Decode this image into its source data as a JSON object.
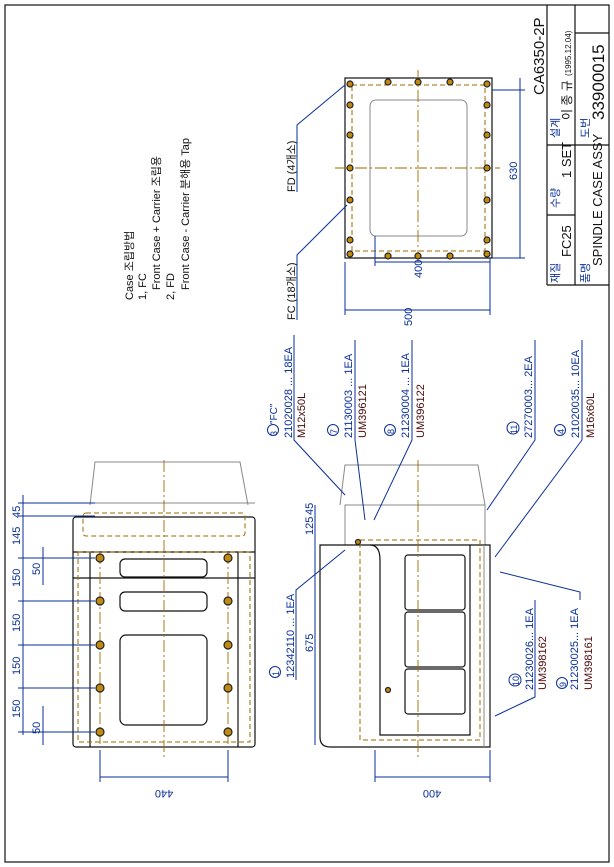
{
  "title_block": {
    "drawing_code": "CA6350-2P",
    "material_label": "재질",
    "material_value": "FC25",
    "quantity_label": "수량",
    "quantity_value": "1 SET",
    "designer_label": "설계",
    "designer_value": "이 종 규",
    "design_date": "(1995.12.04)",
    "part_name_label": "품명",
    "part_name_value": "SPINDLE CASE ASSY",
    "drawing_no_label": "도번",
    "drawing_no_value": "33900015"
  },
  "notes": {
    "title": "Case 조립방법",
    "item1": "1, FC",
    "item1_desc": "Front Case + Carrier 조립용",
    "item2": "2, FD",
    "item2_desc": "Front Case - Carrier 분해용 Tap"
  },
  "top_view": {
    "fd_label": "FD (4개소)",
    "fc_label": "FC (18개소)",
    "dim_height": "630",
    "dim_inner_width": "400",
    "dim_outer_width": "500"
  },
  "left_view": {
    "dims": [
      "45",
      "145",
      "150",
      "150",
      "150",
      "150"
    ],
    "dim_small_top": "50",
    "dim_small_bottom": "50",
    "dim_width": "440"
  },
  "right_view": {
    "dim_height": "675",
    "dim_125": "125",
    "dim_45": "45",
    "dim_width": "400"
  },
  "callouts": [
    {
      "num": "3",
      "line1": "\"FC\"",
      "line2": "21020028 ... 18EA",
      "line3": "M12x50L"
    },
    {
      "num": "7",
      "line2": "21130003 ... 1EA",
      "line3": "UM396121"
    },
    {
      "num": "8",
      "line2": "21230004 ... 1EA",
      "line3": "UM396122"
    },
    {
      "num": "11",
      "line2": "27270003... 2EA"
    },
    {
      "num": "4",
      "line2": "21020035... 10EA",
      "line3": "M16x60L"
    },
    {
      "num": "1",
      "line2": "12342110 ... 1EA"
    },
    {
      "num": "10",
      "line2": "21230026... 1EA",
      "line3": "UM398162"
    },
    {
      "num": "9",
      "line2": "21230025... 1EA",
      "line3": "UM398161"
    }
  ]
}
